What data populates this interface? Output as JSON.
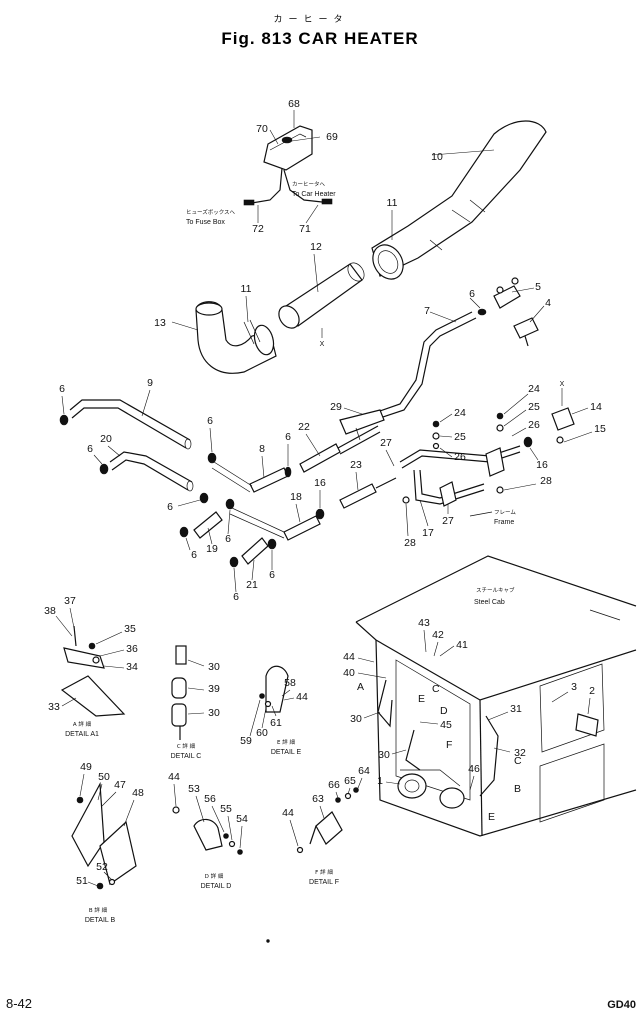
{
  "header": {
    "japanese_title": "カーヒータ",
    "figure_title": "Fig. 813  CAR HEATER"
  },
  "footer": {
    "page_number": "8-42",
    "model": "GD40"
  },
  "annotations": {
    "to_car_heater_jp": "カーヒータへ",
    "to_car_heater": "To Car Heater",
    "to_fuse_box_jp": "ヒューズボックスへ",
    "to_fuse_box": "To Fuse Box",
    "frame_jp": "フレーム",
    "frame": "Frame",
    "steel_cab_jp": "スチールキャブ",
    "steel_cab": "Steel Cab",
    "x_marker": "X",
    "detail_a1_jp": "A  詳  細",
    "detail_a1": "DETAIL A1",
    "detail_b_jp": "B  詳  細",
    "detail_b": "DETAIL B",
    "detail_c_jp": "C  詳  細",
    "detail_c": "DETAIL C",
    "detail_d_jp": "D  詳  細",
    "detail_d": "DETAIL D",
    "detail_e_jp": "E  詳  細",
    "detail_e": "DETAIL E",
    "detail_f_jp": "F  詳  細",
    "detail_f": "DETAIL F",
    "ref_a": "A",
    "ref_b": "B",
    "ref_c": "C",
    "ref_d": "D",
    "ref_e": "E",
    "ref_f": "F"
  },
  "callouts": {
    "c68": "68",
    "c70": "70",
    "c69": "69",
    "c10": "10",
    "c72": "72",
    "c71": "71",
    "c11a": "11",
    "c12": "12",
    "c11b": "11",
    "c13": "13",
    "c5": "5",
    "c4": "4",
    "c6a": "6",
    "c7": "7",
    "c6b": "6",
    "c9": "9",
    "c29": "29",
    "c24a": "24",
    "c25a": "25",
    "c14": "14",
    "c15": "15",
    "c6c": "6",
    "c6d": "6",
    "c20": "20",
    "c8": "8",
    "c6e": "6",
    "c22": "22",
    "c24b": "24",
    "c25b": "25",
    "c26a": "26",
    "c27a": "27",
    "c26b": "26",
    "c16a": "16",
    "c23": "23",
    "c28a": "28",
    "c6f": "6",
    "c18": "18",
    "c16b": "16",
    "c27b": "27",
    "c17": "17",
    "c28b": "28",
    "c19": "19",
    "c6g": "6",
    "c6h": "6",
    "c21": "21",
    "c6i": "6",
    "c6j": "6",
    "c37": "37",
    "c38": "38",
    "c35": "35",
    "c36": "36",
    "c34": "34",
    "c33": "33",
    "c30a": "30",
    "c39": "39",
    "c30b": "30",
    "c58": "58",
    "c44a": "44",
    "c61": "61",
    "c59": "59",
    "c60": "60",
    "c43": "43",
    "c42": "42",
    "c41": "41",
    "c44b": "44",
    "c40": "40",
    "c30c": "30",
    "c45": "45",
    "c31": "31",
    "c3": "3",
    "c2": "2",
    "c32": "32",
    "c30d": "30",
    "c46": "46",
    "c1": "1",
    "c49": "49",
    "c50": "50",
    "c47": "47",
    "c48": "48",
    "c52": "52",
    "c51": "51",
    "c44c": "44",
    "c53": "53",
    "c56": "56",
    "c55": "55",
    "c54": "54",
    "c66": "66",
    "c65": "65",
    "c64": "64",
    "c63": "63",
    "c44d": "44"
  }
}
